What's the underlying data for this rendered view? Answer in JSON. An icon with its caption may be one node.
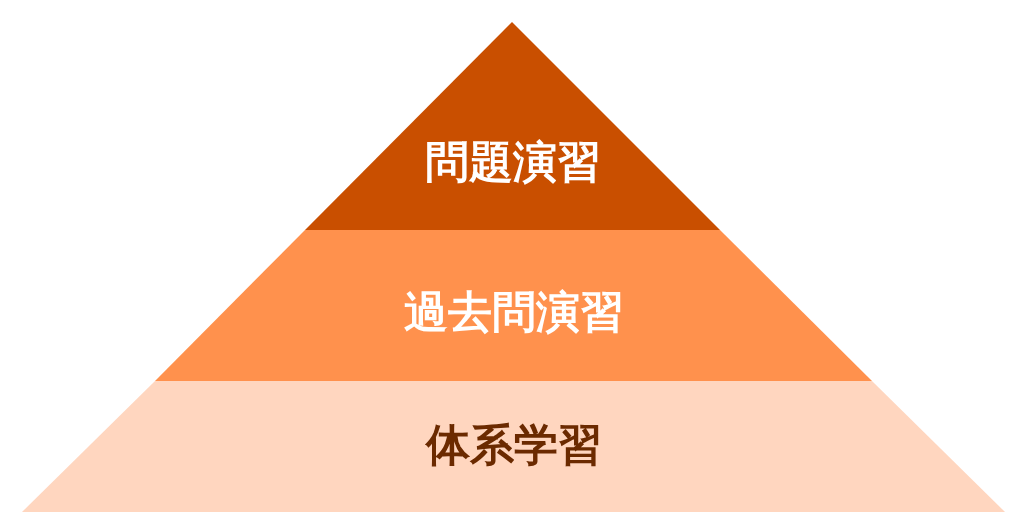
{
  "diagram": {
    "nodes": [
      {
        "text": [
          "問題演習"
        ]
      },
      {
        "text": [
          "過去問演習"
        ]
      },
      {
        "text": [
          "体系学習"
        ]
      }
    ]
  }
}
